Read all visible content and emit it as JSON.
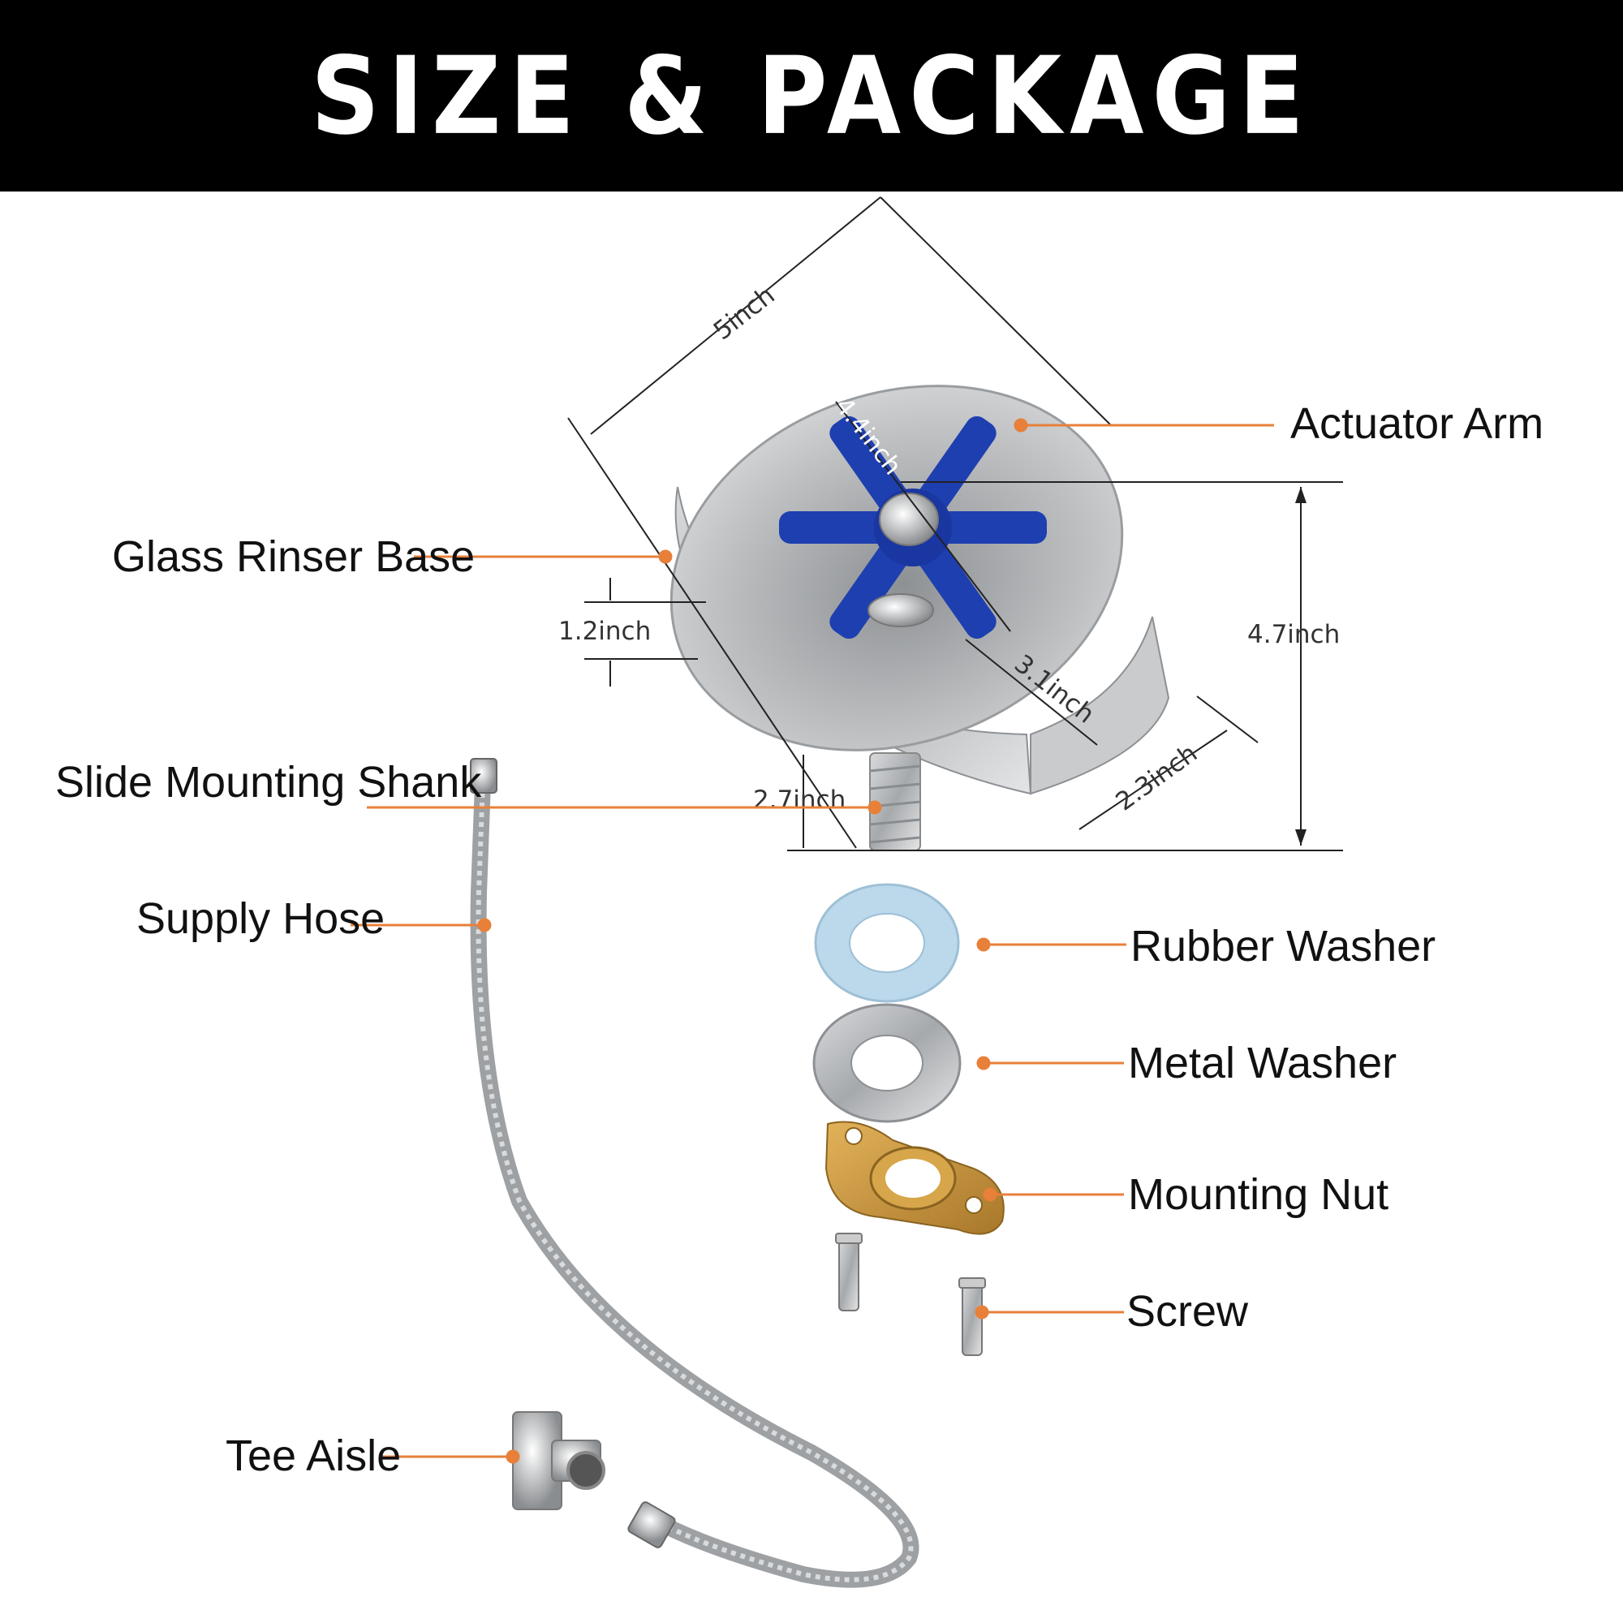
{
  "header": {
    "title": "SIZE & PACKAGE INCLUDED"
  },
  "colors": {
    "banner": "#000000",
    "leader_line": "#e8803a",
    "actuator_arm": "#1e3fb0",
    "stainless": "#b9bcbf",
    "brass": "#c9983e",
    "rubber": "#bcd9ec"
  },
  "parts": {
    "actuator_arm": "Actuator Arm",
    "glass_rinser_base": "Glass Rinser Base",
    "slide_mounting_shank": "Slide Mounting Shank",
    "supply_hose": "Supply Hose",
    "rubber_washer": "Rubber Washer",
    "metal_washer": "Metal Washer",
    "mounting_nut": "Mounting Nut",
    "screw": "Screw",
    "tee_aisle": "Tee Aisle"
  },
  "dimensions": {
    "diameter": "5inch",
    "arm_length": "4.4inch",
    "height": "4.7inch",
    "rim_height": "1.2inch",
    "inner_span": "3.1inch",
    "spout_width": "2.3inch",
    "shank_length": "2.7inch"
  }
}
